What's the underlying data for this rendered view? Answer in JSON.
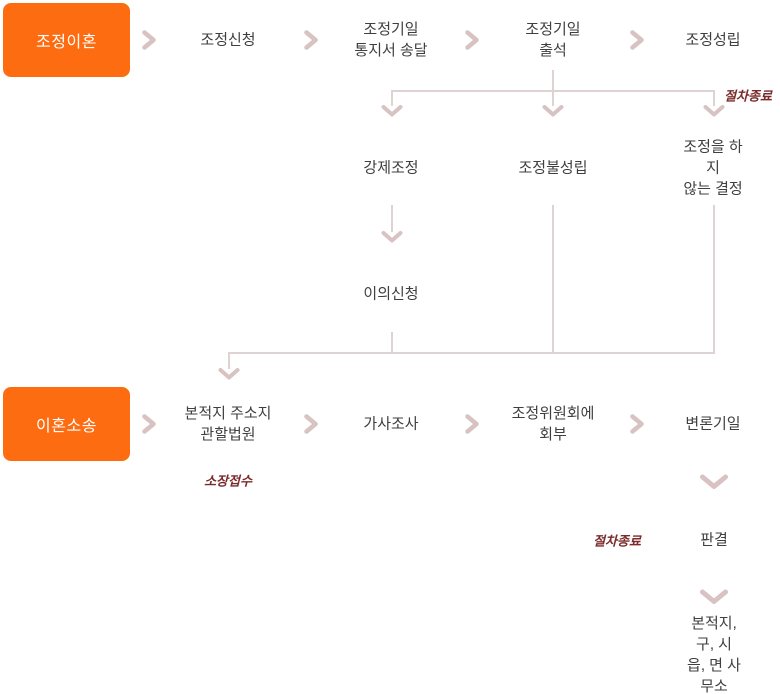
{
  "diagram_title": "divorce-procedure-flowchart",
  "mediation_flow": {
    "start": "조정이혼",
    "apply": "조정신청",
    "notice": "조정기일\n통지서 송달",
    "attend": "조정기일\n출석",
    "established": "조정성립",
    "end_label": "절차종료",
    "forced": "강제조정",
    "failed": "조정불성립",
    "no_mediation": "조정을 하지\n않는 결정",
    "objection": "이의신청"
  },
  "lawsuit_flow": {
    "start": "이혼소송",
    "court": "본적지 주소지\n관할법원",
    "complaint_label": "소장접수",
    "investigation": "가사조사",
    "committee": "조정위원회에\n회부",
    "hearing": "변론기일",
    "end_label": "절차종료",
    "judgment": "판결",
    "office": "본적지, 구, 시\n읍, 면 사무소"
  },
  "colors": {
    "accent_orange": "#fd6c10",
    "line": "#ded2d2",
    "arrow": "#d8c2c2",
    "text": "#3f3f3f",
    "annotation": "#7b2b2b"
  }
}
